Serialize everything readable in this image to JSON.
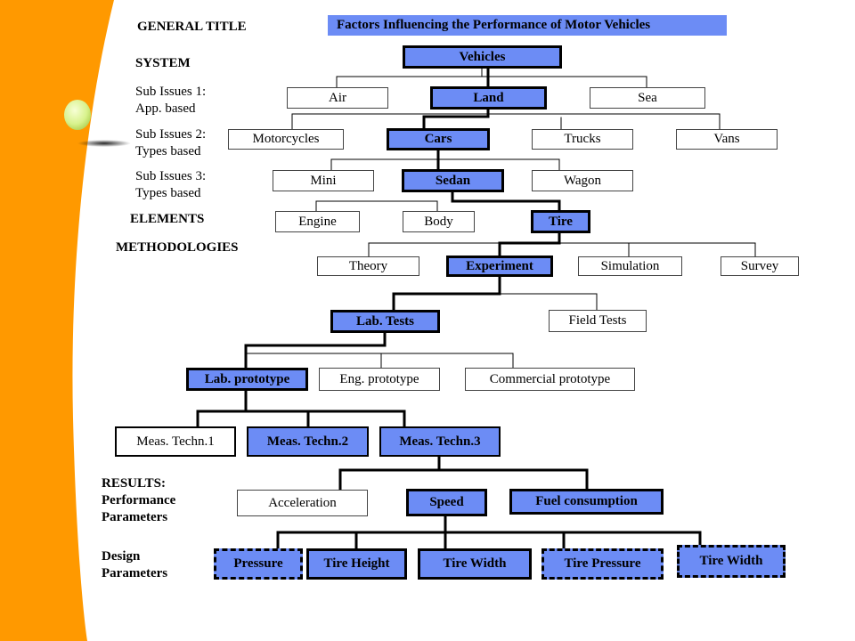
{
  "header": {
    "general_title_label": "GENERAL TITLE",
    "title": "Factors Influencing the Performance of Motor Vehicles"
  },
  "labels": {
    "system": "SYSTEM",
    "sub1_line1": "Sub Issues 1:",
    "sub1_line2": "App. based",
    "sub2_line1": "Sub Issues 2:",
    "sub2_line2": "Types based",
    "sub3_line1": "Sub Issues 3:",
    "sub3_line2": "Types based",
    "elements": "ELEMENTS",
    "methodologies": "METHODOLOGIES",
    "results_line1": "RESULTS:",
    "results_line2": "Performance",
    "results_line3": "Parameters",
    "design_line1": "Design",
    "design_line2": "Parameters"
  },
  "nodes": {
    "vehicles": "Vehicles",
    "air": "Air",
    "land": "Land",
    "sea": "Sea",
    "motorcycles": "Motorcycles",
    "cars": "Cars",
    "trucks": "Trucks",
    "vans": "Vans",
    "mini": "Mini",
    "sedan": "Sedan",
    "wagon": "Wagon",
    "engine": "Engine",
    "body": "Body",
    "tire": "Tire",
    "theory": "Theory",
    "experiment": "Experiment",
    "simulation": "Simulation",
    "survey": "Survey",
    "lab_tests": "Lab. Tests",
    "field_tests": "Field Tests",
    "lab_prototype": "Lab. prototype",
    "eng_prototype": "Eng. prototype",
    "commercial_prototype": "Commercial prototype",
    "meas1": "Meas. Techn.1",
    "meas2": "Meas. Techn.2",
    "meas3": "Meas. Techn.3",
    "acceleration": "Acceleration",
    "speed": "Speed",
    "fuel_consumption": "Fuel consumption",
    "pressure": "Pressure",
    "tire_height": "Tire Height",
    "tire_width": "Tire Width",
    "tire_pressure": "Tire Pressure",
    "tire_width_2": "Tire Width"
  },
  "colors": {
    "highlight": "#6c8cf5",
    "accent_orange": "#ff9900",
    "bullet_green": "#ddf59a"
  }
}
